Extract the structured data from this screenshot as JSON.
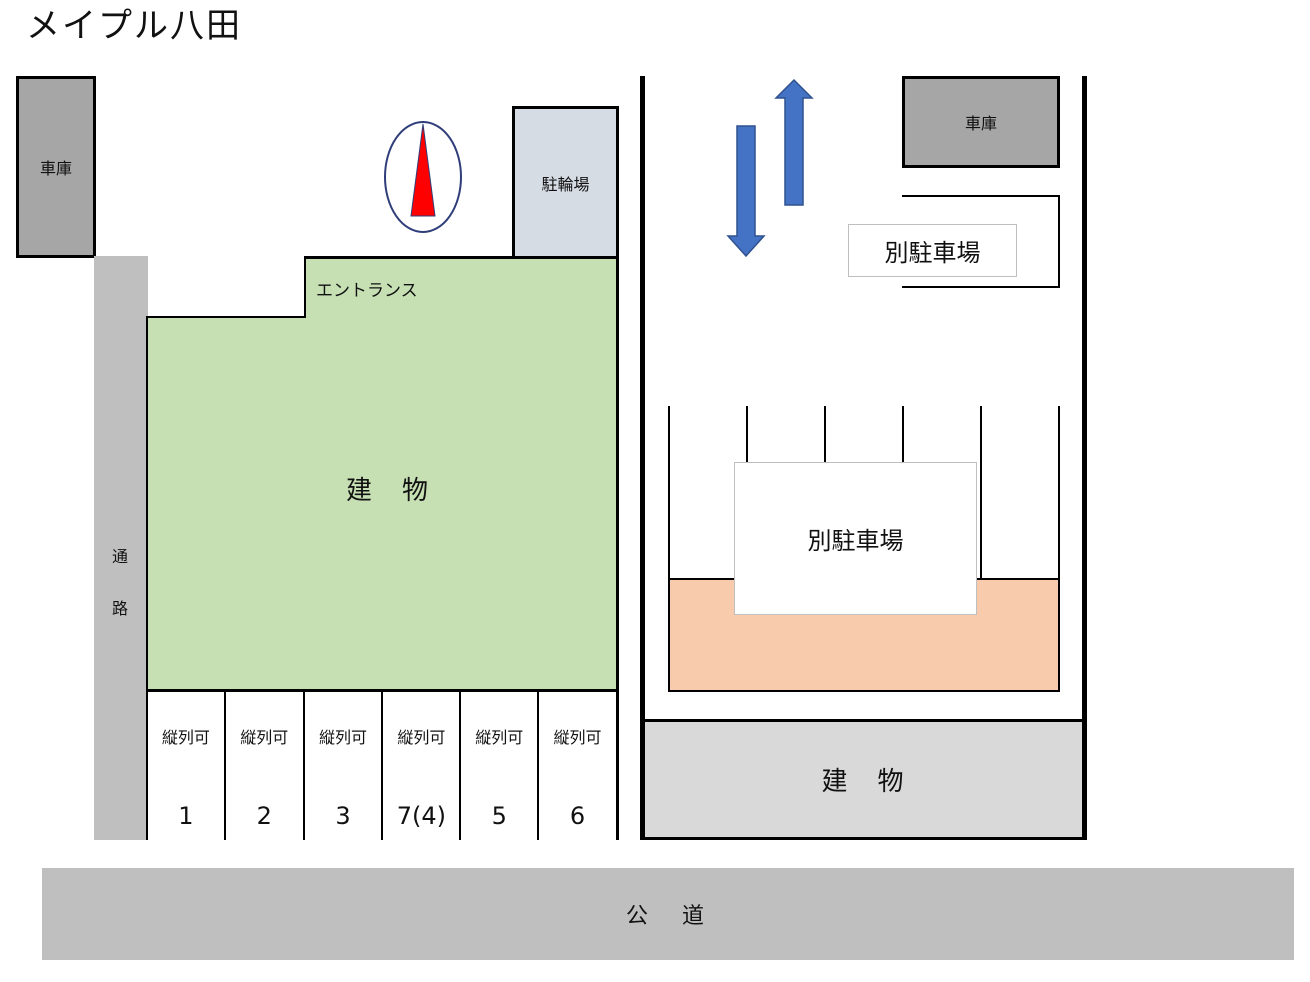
{
  "title": "メイプル八田",
  "left_lot": {
    "garage_label": "車庫",
    "bike_parking_label": "駐輪場",
    "aisle_label_1": "通",
    "aisle_label_2": "路",
    "entrance_label": "エントランス",
    "building_label": "建　物",
    "slots": [
      {
        "note": "縦列可",
        "number": "1"
      },
      {
        "note": "縦列可",
        "number": "2"
      },
      {
        "note": "縦列可",
        "number": "3"
      },
      {
        "note": "縦列可",
        "number": "7(4)"
      },
      {
        "note": "縦列可",
        "number": "5"
      },
      {
        "note": "縦列可",
        "number": "6"
      }
    ],
    "north_arrow": "north-arrow"
  },
  "right_lot": {
    "garage_label": "車庫",
    "other_parking_label_top": "別駐車場",
    "other_parking_label_center": "別駐車場",
    "building_label": "建　物",
    "arrows": [
      "down",
      "up"
    ],
    "arrow_color": "#4472c4"
  },
  "road_label": "公　道",
  "colors": {
    "building_green": "#c6e0b4",
    "garage_gray": "#a6a6a6",
    "bike_blue_gray": "#d6dce4",
    "aisle_gray": "#bfbfbf",
    "peach": "#f8cbad",
    "north_red": "#ff0000"
  }
}
